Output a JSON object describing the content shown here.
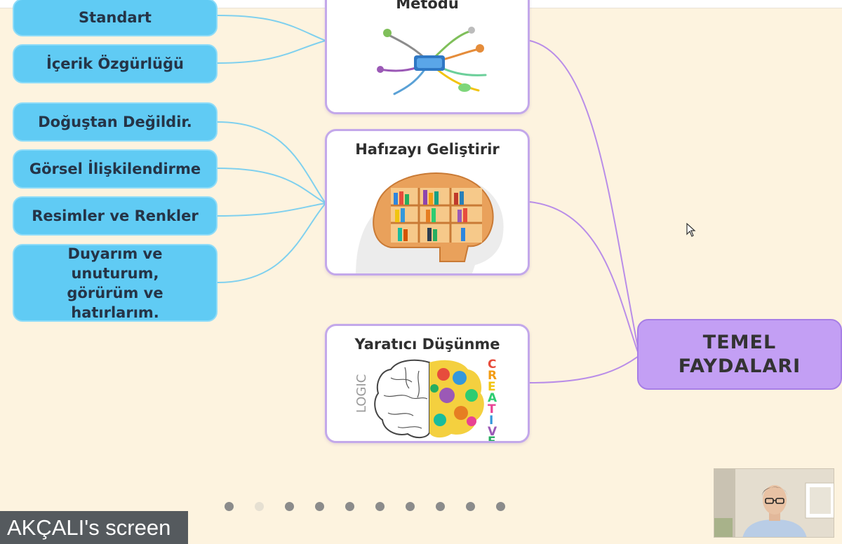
{
  "left_items": [
    {
      "label": "Standart"
    },
    {
      "label": "İçerik Özgürlüğü"
    },
    {
      "label": "Doğuştan Değildir."
    },
    {
      "label": "Görsel İlişkilendirme"
    },
    {
      "label": "Resimler ve Renkler"
    },
    {
      "label": "Duyarım ve unuturum, görürüm ve hatırlarım."
    }
  ],
  "cards": {
    "top": {
      "title": "Metodu",
      "image": "mind-map-illustration"
    },
    "memory": {
      "title": "Hafızayı Geliştirir",
      "image": "brain-bookshelf-illustration"
    },
    "creative": {
      "title": "Yaratıcı Düşünme",
      "image": "logic-creative-brain-illustration",
      "logic_word": "LOGIC",
      "creative_word": "CREATIVE"
    }
  },
  "main_node": {
    "line1": "TEMEL",
    "line2": "FAYDALARI"
  },
  "slide_dots": {
    "count": 10,
    "active_index": 1
  },
  "screen_share_label": "AKÇALI's screen",
  "colors": {
    "background": "#fdf3df",
    "pill": "#60cbf4",
    "card_border": "#c3a8ea",
    "main_node": "#c39ff4",
    "link_blue": "#7fd0ee",
    "link_purple": "#b98de8"
  }
}
